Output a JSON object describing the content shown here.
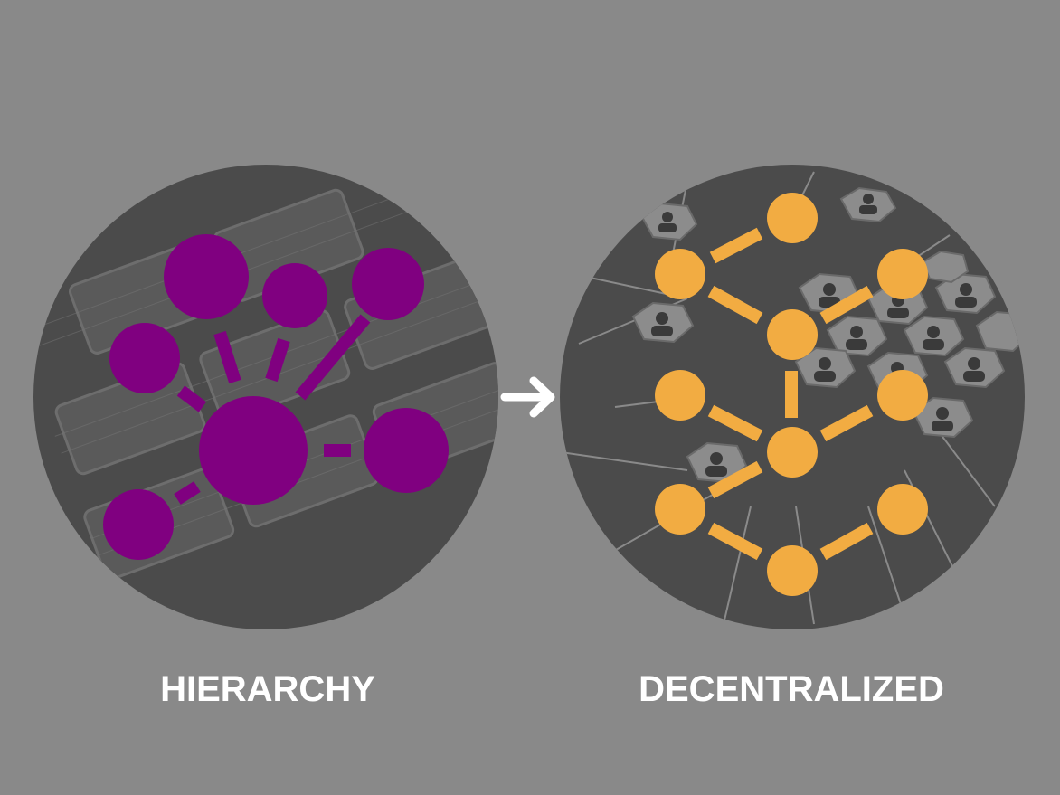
{
  "background_color": "#898989",
  "hierarchy": {
    "label": "HIERARCHY",
    "node_color": "#800080",
    "backdrop_icon": "keyboard-keys-photo"
  },
  "decentralized": {
    "label": "DECENTRALIZED",
    "node_color": "#F2AC42",
    "backdrop_icon": "people-hexagon-network-photo"
  },
  "transition": {
    "icon": "arrow-right-icon",
    "color": "#ffffff"
  }
}
